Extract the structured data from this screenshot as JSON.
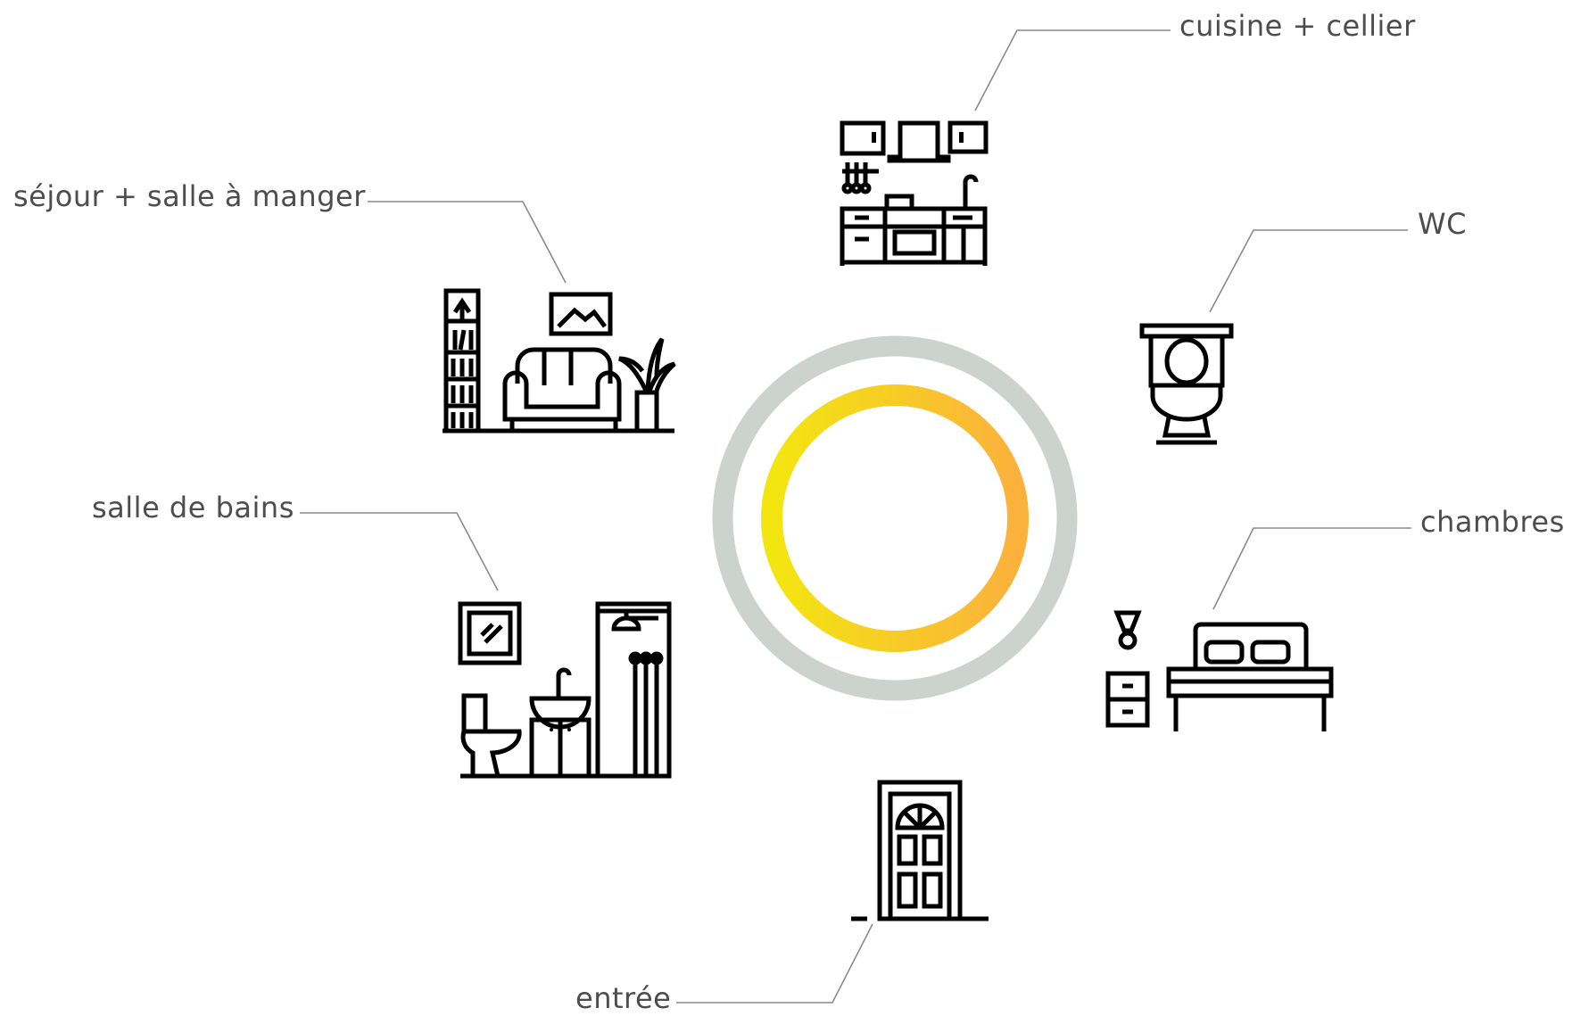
{
  "colors": {
    "outer_ring": "#ccd3cf",
    "inner_ring_start": "#f3e610",
    "inner_ring_end": "#fbb13c",
    "label_text": "#4d4d4d",
    "leader_line": "#8a8a8a",
    "icon_stroke": "#000000"
  },
  "rooms": {
    "kitchen": {
      "label": "cuisine + cellier",
      "icon": "kitchen-icon"
    },
    "wc": {
      "label": "WC",
      "icon": "toilet-icon"
    },
    "bedrooms": {
      "label": "chambres",
      "icon": "bed-icon"
    },
    "entrance": {
      "label": "entrée",
      "icon": "door-icon"
    },
    "bathroom": {
      "label": "salle de bains",
      "icon": "bathroom-icon"
    },
    "living": {
      "label": "séjour + salle à manger",
      "icon": "living-room-icon"
    }
  }
}
